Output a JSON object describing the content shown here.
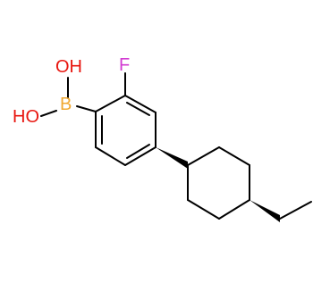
{
  "molecule": {
    "atoms": {
      "oh_top": "OH",
      "oh_left": "HO",
      "boron": "B",
      "fluorine": "F"
    },
    "colors": {
      "bond": "#000000",
      "oxygen": "#e8160f",
      "boron": "#f0a830",
      "fluorine": "#d23bd2"
    }
  }
}
